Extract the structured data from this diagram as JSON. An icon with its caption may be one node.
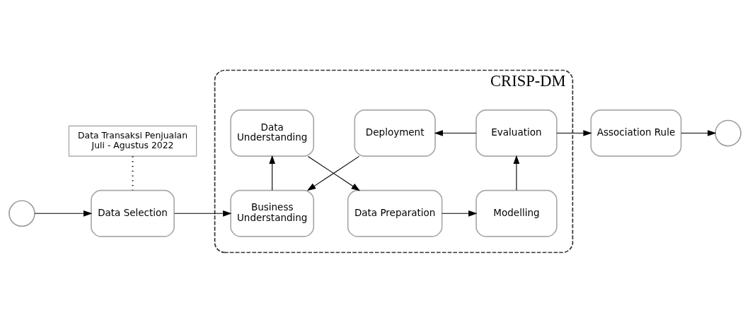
{
  "diagram": {
    "nodes": [
      {
        "text": [],
        "shape": "circle"
      },
      {
        "text": [
          "Data Transaksi Penjualan Juli - Agustus 2022"
        ]
      },
      {
        "text": [
          "Data Selection"
        ]
      },
      {
        "text": [
          "CRISP-DM"
        ]
      },
      {
        "text": [
          "Deployment"
        ],
        "in": 3
      },
      {
        "text": [
          "Business Understanding"
        ],
        "in": 3
      },
      {
        "text": [
          "Evaluation"
        ],
        "in": 3
      },
      {
        "text": [
          "Data Understanding"
        ],
        "in": 3
      },
      {
        "text": [
          "Data Preparation"
        ],
        "in": 3
      },
      {
        "text": [
          "Modelling"
        ],
        "in": 3
      },
      {
        "text": [
          "Association Rule"
        ]
      },
      {
        "text": [],
        "shape": "circle"
      }
    ],
    "edges": [
      {
        "from": 0,
        "to": 2,
        "arrow": "to"
      },
      {
        "from": 1,
        "to": 2,
        "arrow": "none",
        "style": "dashed"
      },
      {
        "from": 2,
        "to": 5,
        "arrow": "to"
      },
      {
        "from": 5,
        "to": 7,
        "arrow": "to"
      },
      {
        "from": 7,
        "to": 8,
        "arrow": "to"
      },
      {
        "from": 8,
        "to": 9,
        "arrow": "to"
      },
      {
        "from": 9,
        "to": 6,
        "arrow": "to"
      },
      {
        "from": 6,
        "to": 4,
        "arrow": "to"
      },
      {
        "from": 4,
        "to": 5,
        "arrow": "to"
      },
      {
        "from": 6,
        "to": 10,
        "arrow": "to"
      },
      {
        "from": 10,
        "to": 11,
        "arrow": "to"
      }
    ]
  }
}
